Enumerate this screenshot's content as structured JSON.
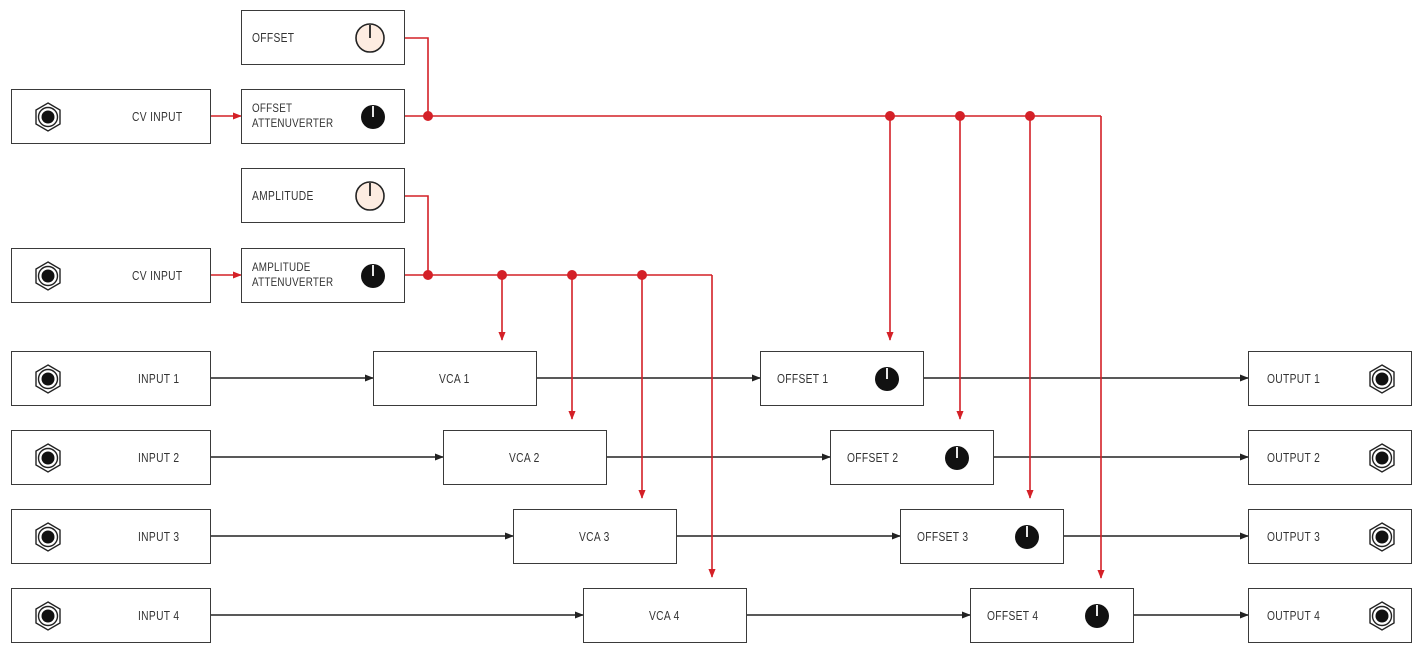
{
  "colors": {
    "signal": "#222222",
    "cv": "#d42027",
    "knob_light": "#fdece1",
    "knob_dark": "#111111"
  },
  "cv_section": {
    "offset_knob_label": "OFFSET",
    "offset_cv_input_label": "CV INPUT",
    "offset_attenuverter_label_line1": "OFFSET",
    "offset_attenuverter_label_line2": "ATTENUVERTER",
    "amplitude_knob_label": "AMPLITUDE",
    "amplitude_cv_input_label": "CV INPUT",
    "amplitude_attenuverter_label_line1": "AMPLITUDE",
    "amplitude_attenuverter_label_line2": "ATTENUVERTER"
  },
  "channels": [
    {
      "input": "INPUT 1",
      "vca": "VCA 1",
      "offset": "OFFSET 1",
      "output": "OUTPUT 1"
    },
    {
      "input": "INPUT 2",
      "vca": "VCA 2",
      "offset": "OFFSET 2",
      "output": "OUTPUT 2"
    },
    {
      "input": "INPUT 3",
      "vca": "VCA 3",
      "offset": "OFFSET 3",
      "output": "OUTPUT 3"
    },
    {
      "input": "INPUT 4",
      "vca": "VCA 4",
      "offset": "OFFSET 4",
      "output": "OUTPUT 4"
    }
  ],
  "icons": {
    "jack": "jack-socket-icon",
    "knob": "knob-icon"
  }
}
